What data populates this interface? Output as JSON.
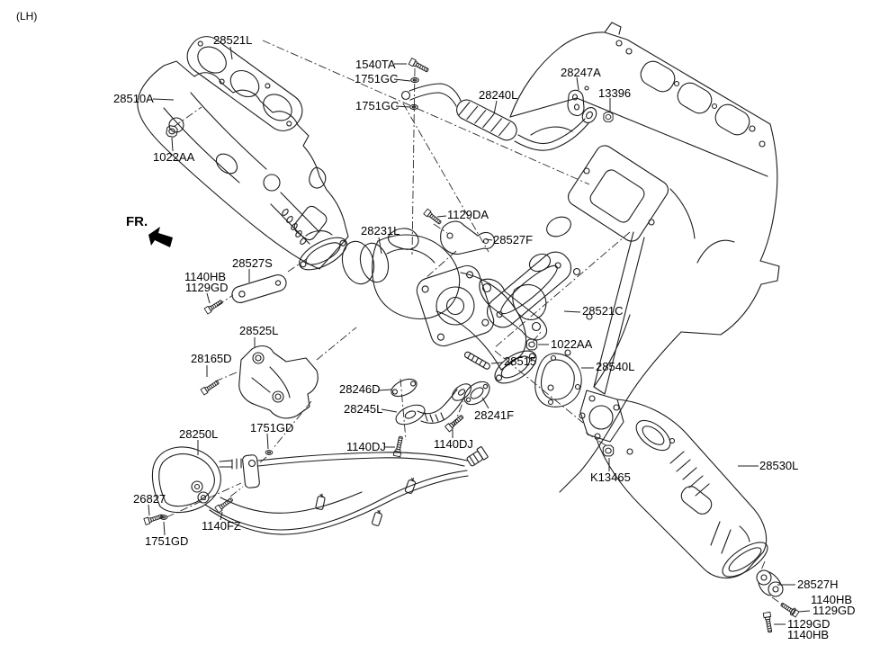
{
  "diagram": {
    "view": "(LH)",
    "front": "FR.",
    "line_color": "#1c1c1c",
    "background": "#ffffff",
    "callouts": {
      "c28521L": "28521L",
      "c28510A": "28510A",
      "c1022AA_1": "1022AA",
      "c1540TA": "1540TA",
      "c1751GC_1": "1751GC",
      "c1751GC_2": "1751GC",
      "c28240L": "28240L",
      "c28247A": "28247A",
      "c13396": "13396",
      "c1129DA": "1129DA",
      "c28231L": "28231L",
      "c28527F": "28527F",
      "c28527S": "28527S",
      "c1140HB_1": "1140HB",
      "c1129GD_1": "1129GD",
      "c28521C": "28521C",
      "c28525L": "28525L",
      "c1022AA_2": "1022AA",
      "c28515": "28515",
      "c28165D": "28165D",
      "c28540L": "28540L",
      "c28246D": "28246D",
      "c28245L": "28245L",
      "c28241F": "28241F",
      "c1140DJ_1": "1140DJ",
      "c1140DJ_2": "1140DJ",
      "c1751GD_1": "1751GD",
      "c28250L": "28250L",
      "c26827": "26827",
      "c1140FZ": "1140FZ",
      "c1751GD_2": "1751GD",
      "cK13465": "K13465",
      "c28530L": "28530L",
      "c28527H": "28527H",
      "c1140HB_2": "1140HB",
      "c1129GD_2": "1129GD",
      "c1129GD_3": "1129GD",
      "c1140HB_3": "1140HB"
    }
  }
}
